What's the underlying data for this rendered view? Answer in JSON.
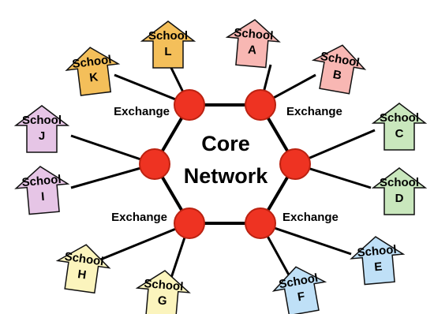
{
  "core": {
    "line1": "Core",
    "line2": "Network"
  },
  "exchange_label": "Exchange",
  "colors": {
    "exchange_fill": "#ee3322",
    "exchange_stroke": "#bb2211",
    "link": "#000000",
    "school_stroke": "#111111"
  },
  "schools": [
    {
      "name": "School",
      "letter": "A",
      "color": "#f8b7b3"
    },
    {
      "name": "School",
      "letter": "B",
      "color": "#f8b7b3"
    },
    {
      "name": "School",
      "letter": "C",
      "color": "#c9e7bd"
    },
    {
      "name": "School",
      "letter": "D",
      "color": "#c9e7bd"
    },
    {
      "name": "School",
      "letter": "E",
      "color": "#bfe0f7"
    },
    {
      "name": "School",
      "letter": "F",
      "color": "#bfe0f7"
    },
    {
      "name": "School",
      "letter": "G",
      "color": "#fbf4bd"
    },
    {
      "name": "School",
      "letter": "H",
      "color": "#fbf4bd"
    },
    {
      "name": "School",
      "letter": "I",
      "color": "#e6c5e6"
    },
    {
      "name": "School",
      "letter": "J",
      "color": "#e6c5e6"
    },
    {
      "name": "School",
      "letter": "K",
      "color": "#f4bf5a"
    },
    {
      "name": "School",
      "letter": "L",
      "color": "#f4bf5a"
    }
  ]
}
